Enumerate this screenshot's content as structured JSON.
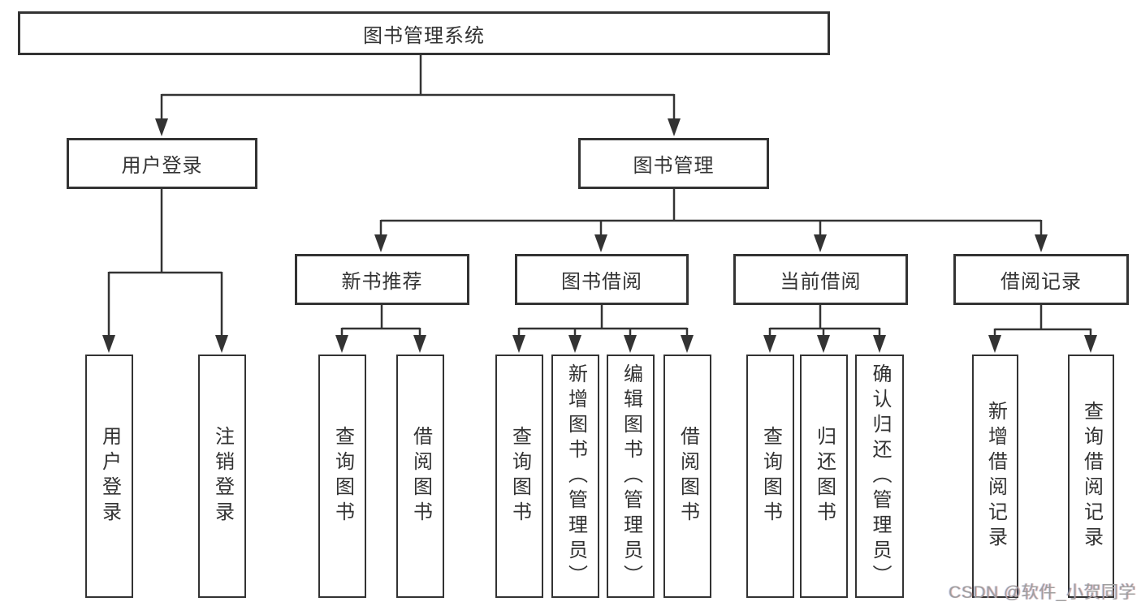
{
  "tree": {
    "root": "图书管理系统",
    "branches": [
      {
        "label": "用户登录",
        "leaves": [
          "用户登录",
          "注销登录"
        ]
      },
      {
        "label": "图书管理",
        "groups": [
          {
            "label": "新书推荐",
            "leaves": [
              "查询图书",
              "借阅图书"
            ]
          },
          {
            "label": "图书借阅",
            "leaves": [
              "查询图书",
              "新增图书（管理员）",
              "编辑图书（管理员）",
              "借阅图书"
            ]
          },
          {
            "label": "当前借阅",
            "leaves": [
              "查询图书",
              "归还图书",
              "确认归还（管理员）"
            ]
          },
          {
            "label": "借阅记录",
            "leaves": [
              "新增借阅记录",
              "查询借阅记录"
            ]
          }
        ]
      }
    ]
  },
  "watermark": {
    "text": "CSDN @软件_小贺同学"
  },
  "colors": {
    "line": "#333333",
    "box_border": "#333333",
    "text": "#333333",
    "watermark_text": "#9e9e9e",
    "background": "#ffffff"
  }
}
